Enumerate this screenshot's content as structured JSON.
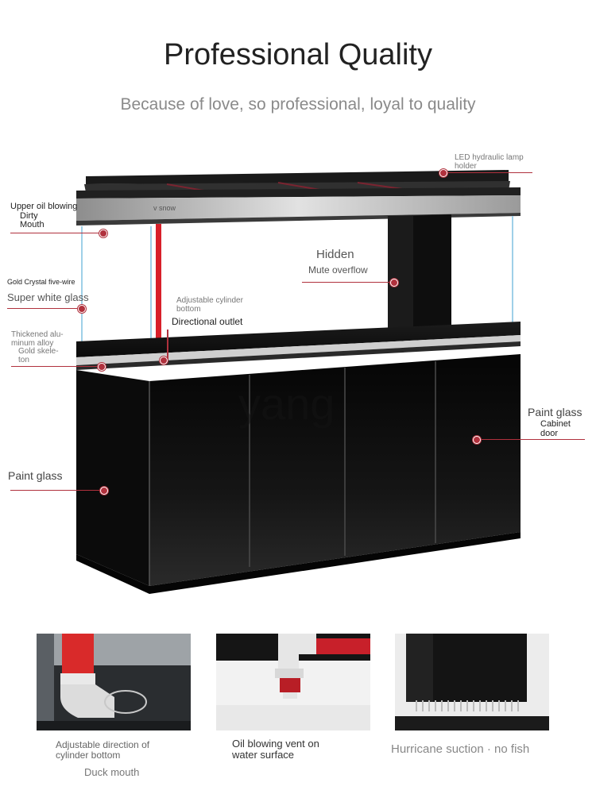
{
  "header": {
    "title": "Professional Quality",
    "subtitle": "Because of love, so professional, loyal to quality"
  },
  "product": {
    "brand_mark": "v snow",
    "watermark": "yang"
  },
  "callouts": {
    "led_lamp_line1": "LED hydraulic lamp",
    "led_lamp_line2": "holder",
    "upper_oil_line1": "Upper oil blowing",
    "upper_oil_line2": "Dirty",
    "upper_oil_line3": "Mouth",
    "hidden_line1": "Hidden",
    "hidden_line2": "Mute overflow",
    "gold_crystal": "Gold Crystal five-wire",
    "super_white": "Super white glass",
    "adjustable_line1": "Adjustable cylinder",
    "adjustable_line2": "bottom",
    "directional": "Directional outlet",
    "alloy_line1": "Thickened alu-",
    "alloy_line2": "minum alloy",
    "alloy_line3": "Gold skele-",
    "alloy_line4": "ton",
    "paint_right_line1": "Paint glass",
    "paint_right_line2": "Cabinet",
    "paint_right_line3": "door",
    "paint_left": "Paint glass"
  },
  "details": [
    {
      "caption_line1": "Adjustable direction of",
      "caption_line2": "cylinder bottom",
      "caption_line3": "Duck mouth"
    },
    {
      "caption_line1": "Oil blowing vent on",
      "caption_line2": "water surface"
    },
    {
      "caption_line1": "Hurricane suction · no fish"
    }
  ],
  "colors": {
    "accent": "#b0313d",
    "cabinet": "#101010",
    "pipe": "#d8202a"
  }
}
